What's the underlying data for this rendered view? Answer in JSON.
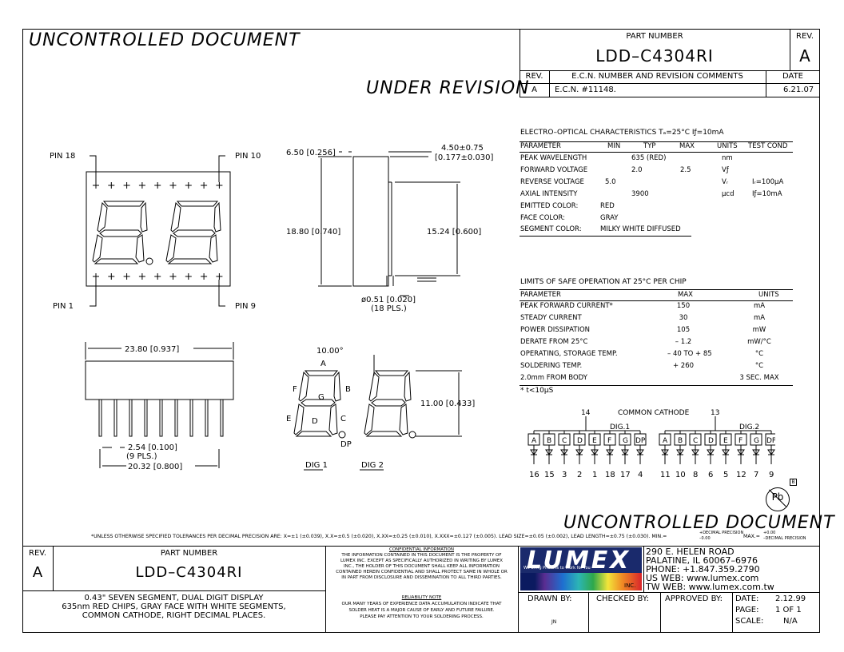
{
  "watermark": {
    "top": "UNCONTROLLED DOCUMENT",
    "bottom": "UNCONTROLLED DOCUMENT",
    "revision_status": "UNDER REVISION"
  },
  "title_block_top": {
    "part_number_label": "PART NUMBER",
    "part_number": "LDD–C4304RI",
    "rev_label": "REV.",
    "rev": "A",
    "rev_table_headers": [
      "REV.",
      "E.C.N. NUMBER AND REVISION COMMENTS",
      "DATE"
    ],
    "rev_row": [
      "A",
      "E.C.N. #11148.",
      "6.21.07"
    ]
  },
  "drawing": {
    "pin18": "PIN 18",
    "pin10": "PIN 10",
    "pin1": "PIN 1",
    "pin9": "PIN 9",
    "dim_thickness": "6.50 [0.256]",
    "dim_lead_len": "4.50±0.75",
    "dim_lead_len_in": "[0.177±0.030]",
    "dim_height": "18.80 [0.740]",
    "dim_pin_span": "15.24 [0.600]",
    "dim_pin_dia": "ø0.51 [0.020]",
    "dim_pin_count": "(18 PLS.)",
    "dim_width": "23.80 [0.937]",
    "dim_pitch": "2.54 [0.100]",
    "dim_pitch_count": "(9 PLS.)",
    "dim_span": "20.32 [0.800]",
    "dim_angle": "10.00°",
    "dim_digit_height": "11.00 [0.433]",
    "seg_labels": [
      "A",
      "F",
      "G",
      "B",
      "E",
      "D",
      "C",
      "DP"
    ],
    "dig1": "DIG 1",
    "dig2": "DIG 2"
  },
  "eo": {
    "title": "ELECTRO–OPTICAL CHARACTERISTICS Tₐ=25°C     Iƒ=10mA",
    "headers": [
      "PARAMETER",
      "MIN",
      "TYP",
      "MAX",
      "UNITS",
      "TEST COND"
    ],
    "rows": [
      [
        "PEAK WAVELENGTH",
        "",
        "635 (RED)",
        "",
        "nm",
        ""
      ],
      [
        "FORWARD VOLTAGE",
        "",
        "2.0",
        "2.5",
        "Vƒ",
        ""
      ],
      [
        "REVERSE VOLTAGE",
        "5.0",
        "",
        "",
        "Vᵣ",
        "Iᵣ=100µA"
      ],
      [
        "AXIAL INTENSITY",
        "",
        "3900",
        "",
        "µcd",
        "Iƒ=10mA"
      ]
    ],
    "extra": [
      [
        "EMITTED COLOR:",
        "RED"
      ],
      [
        "FACE COLOR:",
        "GRAY"
      ],
      [
        "SEGMENT COLOR:",
        "MILKY WHITE DIFFUSED"
      ]
    ]
  },
  "limits": {
    "title": "LIMITS OF SAFE OPERATION AT 25°C PER CHIP",
    "headers": [
      "PARAMETER",
      "MAX",
      "UNITS"
    ],
    "rows": [
      [
        "PEAK FORWARD CURRENT*",
        "150",
        "mA"
      ],
      [
        "STEADY CURRENT",
        "30",
        "mA"
      ],
      [
        "POWER DISSIPATION",
        "105",
        "mW"
      ],
      [
        "DERATE FROM 25°C",
        "– 1.2",
        "mW/°C"
      ],
      [
        "OPERATING, STORAGE TEMP.",
        "– 40 TO + 85",
        "°C"
      ],
      [
        "SOLDERING TEMP.",
        "+ 260",
        "°C"
      ],
      [
        "2.0mm FROM BODY",
        "",
        "3 SEC. MAX"
      ]
    ],
    "footnote": "* t<10µS"
  },
  "circuit": {
    "common_pin1": "14",
    "common_label": "COMMON CATHODE",
    "common_pin2": "13",
    "dig1": "DIG.1",
    "dig2": "DIG.2",
    "segs": [
      "A",
      "B",
      "C",
      "D",
      "E",
      "F",
      "G",
      "DP"
    ],
    "pins1": [
      "16",
      "15",
      "3",
      "2",
      "1",
      "18",
      "17",
      "4"
    ],
    "pins2": [
      "11",
      "10",
      "8",
      "6",
      "5",
      "12",
      "7",
      "9"
    ]
  },
  "pb_mark": "Pb",
  "pb_box": "B",
  "tolerance_note": "*UNLESS OTHERWISE SPECIFIED TOLERANCES PER DECIMAL PRECISION ARE: X=±1 (±0.039), X.X=±0.5 (±0.020), X.XX=±0.25 (±0.010), X.XXX=±0.127 (±0.005).   LEAD SIZE=±0.05 (±0.002), LEAD LENGTH=±0.75 (±0.030).  MIN.=",
  "tolerance_note_b": "+DECIMAL PRECISION",
  "tolerance_note_c": "–0.00",
  "tolerance_note_d": "MAX.=",
  "tolerance_note_e": "+0.00",
  "tolerance_note_f": "–DECIMAL PRECISION",
  "title_block_bottom": {
    "rev_label": "REV.",
    "rev": "A",
    "part_number_label": "PART NUMBER",
    "part_number": "LDD–C4304RI",
    "description": [
      "0.43\" SEVEN SEGMENT, DUAL DIGIT DISPLAY",
      "635nm RED CHIPS, GRAY FACE WITH WHITE SEGMENTS,",
      "COMMON CATHODE, RIGHT DECIMAL PLACES."
    ],
    "confidential_title": "CONFIDENTIAL INFORMATION",
    "confidential": [
      "THE INFORMATION CONTAINED IN THIS DOCUMENT IS THE PROPERTY OF",
      "LUMEX INC.  EXCEPT AS SPECIFICALLY AUTHORIZED IN WRITING BY LUMEX",
      "INC., THE HOLDER OF THIS DOCUMENT SHALL KEEP ALL INFORMATION",
      "CONTAINED HEREIN CONFIDENTIAL AND SHALL PROTECT SAME IN WHOLE OR",
      "IN PART FROM DISCLOSURE AND DISSEMINATION TO ALL THIRD PARTIES."
    ],
    "reliability_title": "RELIABILITY NOTE",
    "reliability": [
      "OUR MANY YEARS OF EXPERIENCE DATA ACCUMULATION INDICATE THAT",
      "SOLDER HEAT IS A MAJOR CAUSE OF EARLY AND FUTURE FAILURE.",
      "PLEASE PAY ATTENTION TO YOUR SOLDERING PROCESS."
    ],
    "logo": "LUMEX",
    "logo_tag": "We Bring Photons to Work for You",
    "logo_inc": "INC.",
    "address": [
      "290 E. HELEN ROAD",
      "PALATINE, IL  60067–6976",
      "PHONE:  +1.847.359.2790",
      "US WEB:  www.lumex.com",
      "TW WEB:  www.lumex.com.tw"
    ],
    "drawn_by": "DRAWN BY:",
    "drawn_by_val": "JN",
    "checked_by": "CHECKED BY:",
    "approved_by": "APPROVED BY:",
    "date_label": "DATE:",
    "date": "2.12.99",
    "page_label": "PAGE:",
    "page": "1 OF 1",
    "scale_label": "SCALE:",
    "scale": "N/A"
  }
}
